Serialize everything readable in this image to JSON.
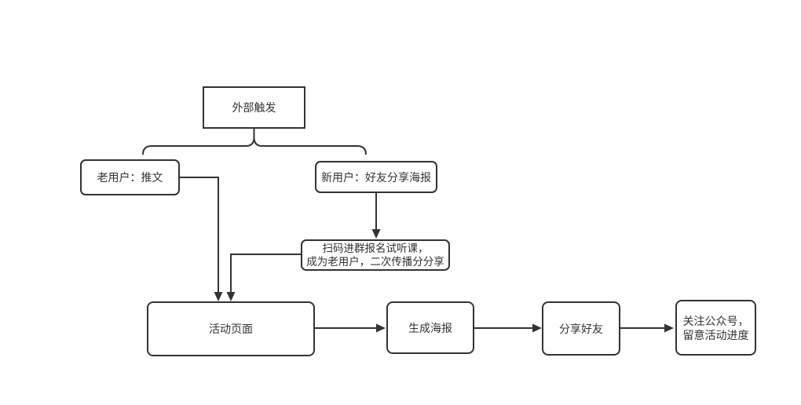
{
  "colors": {
    "line": "#333333",
    "text": "#333333",
    "background": "#ffffff"
  },
  "diagram": {
    "type": "flowchart",
    "nodes": {
      "external_trigger": {
        "label": "外部触发"
      },
      "old_user": {
        "label": "老用户：推文"
      },
      "new_user": {
        "label": "新用户：好友分享海报"
      },
      "scan_code": {
        "label_line1": "扫码进群报名试听课，",
        "label_line2": "成为老用户，二次传播分分享"
      },
      "activity_page": {
        "label": "活动页面"
      },
      "generate_poster": {
        "label": "生成海报"
      },
      "share_friends": {
        "label": "分享好友"
      },
      "follow_account": {
        "label_line1": "关注公众号，",
        "label_line2": "留意活动进度"
      }
    },
    "edges": [
      {
        "from": "external_trigger",
        "to": "old_user",
        "connector": "brace"
      },
      {
        "from": "external_trigger",
        "to": "new_user",
        "connector": "brace"
      },
      {
        "from": "old_user",
        "to": "activity_page",
        "connector": "elbow-arrow"
      },
      {
        "from": "new_user",
        "to": "scan_code",
        "connector": "arrow"
      },
      {
        "from": "scan_code",
        "to": "activity_page",
        "connector": "elbow-arrow"
      },
      {
        "from": "activity_page",
        "to": "generate_poster",
        "connector": "arrow"
      },
      {
        "from": "generate_poster",
        "to": "share_friends",
        "connector": "arrow"
      },
      {
        "from": "share_friends",
        "to": "follow_account",
        "connector": "arrow"
      }
    ]
  }
}
